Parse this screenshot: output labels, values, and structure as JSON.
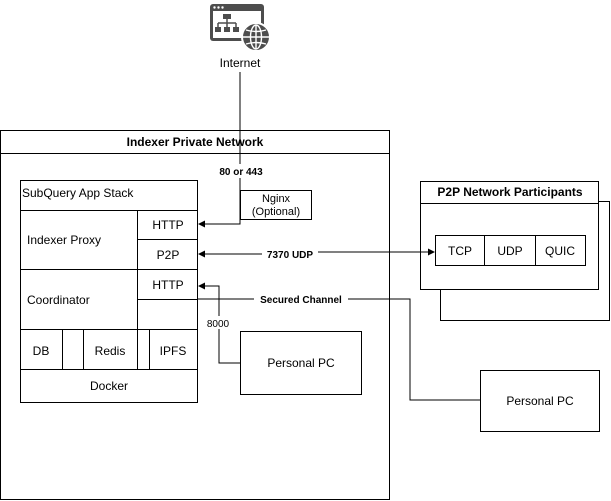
{
  "internet": {
    "label": "Internet",
    "icon": "web-browser-globe-icon"
  },
  "private_network": {
    "title": "Indexer Private Network"
  },
  "edge_labels": {
    "ports_80_443": "80 or 443",
    "udp_7370": "7370 UDP",
    "secured_channel": "Secured Channel",
    "port_8000": "8000"
  },
  "nginx": {
    "line1": "Nginx",
    "line2": "(Optional)"
  },
  "app_stack": {
    "title": "SubQuery App Stack",
    "indexer_proxy": "Indexer Proxy",
    "coordinator": "Coordinator",
    "http_1": "HTTP",
    "p2p": "P2P",
    "http_2": "HTTP",
    "db": "DB",
    "redis": "Redis",
    "ipfs": "IPFS",
    "docker": "Docker"
  },
  "personal_pc_inner": "Personal PC",
  "personal_pc_outer": "Personal PC",
  "p2p_participants": {
    "title": "P2P Network Participants",
    "tcp": "TCP",
    "udp": "UDP",
    "quic": "QUIC"
  }
}
